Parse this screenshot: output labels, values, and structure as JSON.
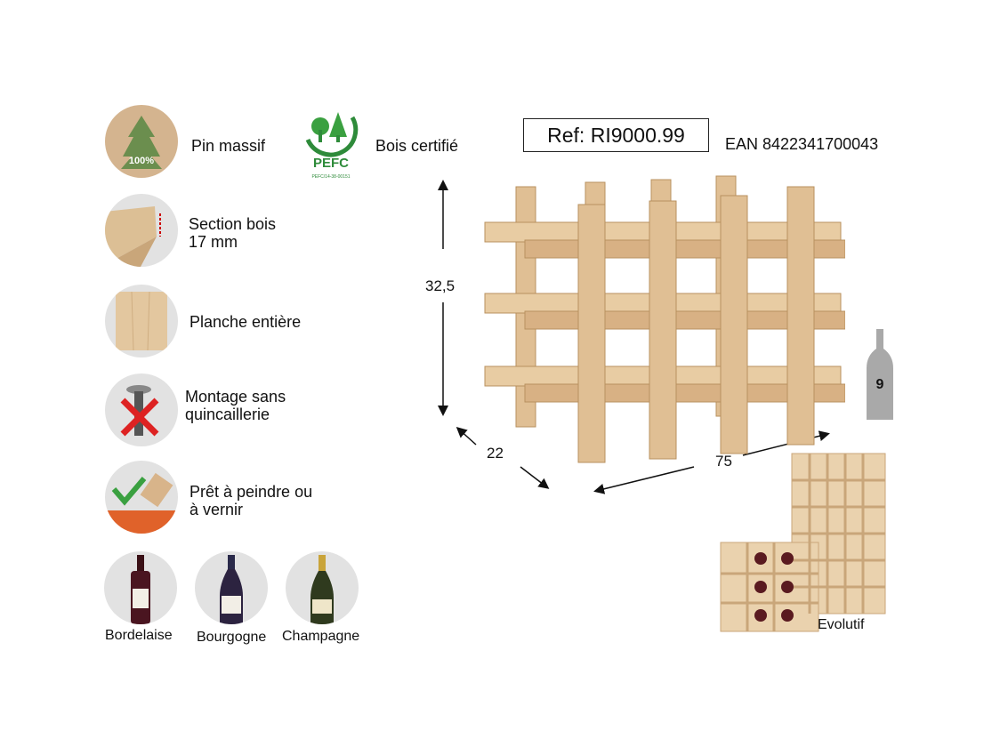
{
  "features": [
    {
      "icon": "pine-tree-icon",
      "label": "Pin massif",
      "badge": "100%"
    },
    {
      "icon": "wood-section-icon",
      "label_line1": "Section bois",
      "label_line2": "17 mm"
    },
    {
      "icon": "wood-plank-icon",
      "label": "Planche entière"
    },
    {
      "icon": "no-screw-icon",
      "label_line1": "Montage sans",
      "label_line2": "quincaillerie"
    },
    {
      "icon": "paint-brush-icon",
      "label_line1": "Prêt à peindre ou",
      "label_line2": "à vernir"
    }
  ],
  "certification": {
    "logo_text": "PEFC",
    "logo_code": "PEFC/14-38-00151",
    "label": "Bois certifié"
  },
  "bottles": [
    {
      "icon": "bordelaise-bottle-icon",
      "label": "Bordelaise"
    },
    {
      "icon": "bourgogne-bottle-icon",
      "label": "Bourgogne"
    },
    {
      "icon": "champagne-bottle-icon",
      "label": "Champagne"
    }
  ],
  "product": {
    "ref": "Ref: RI9000.99",
    "ean": "EAN 8422341700043"
  },
  "dimensions": {
    "height": "32,5",
    "depth": "22",
    "width": "75"
  },
  "capacity": "9",
  "evolutive_label": "Evolutif",
  "colors": {
    "wood": "#e8c9a0",
    "wood_dark": "#c9a67a",
    "pefc_green": "#2e8b3a",
    "tree_green": "#6b8e4e"
  }
}
